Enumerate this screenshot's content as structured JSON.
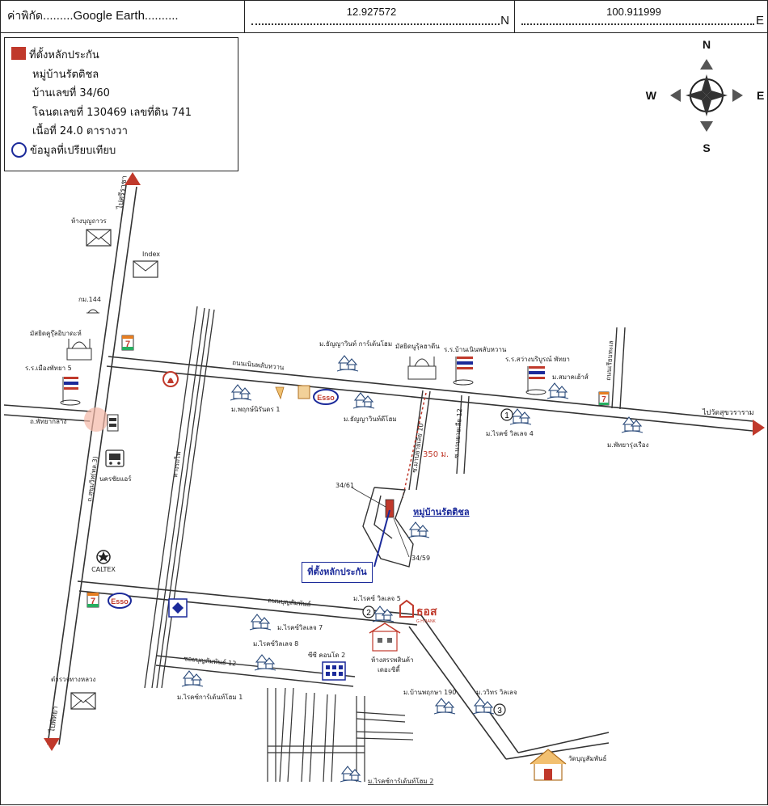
{
  "header": {
    "coord_label": "ค่าพิกัด",
    "coord_source": ".........Google Earth..........",
    "latitude": "12.927572",
    "lat_suffix": "N",
    "longitude": "100.911999",
    "lon_suffix": "E"
  },
  "legend": {
    "title": "ที่ตั้งหลักประกัน",
    "village": "หมู่บ้านรัตติชล",
    "house_no": "บ้านเลขที่ 34/60",
    "deed": "โฉนดเลขที่ 130469 เลขที่ดิน 741",
    "area": "เนื้อที่ 24.0 ตารางวา",
    "comparison": "ข้อมูลที่เปรียบเทียบ"
  },
  "compass": {
    "north": "N",
    "south": "S",
    "east": "E",
    "west": "W"
  },
  "colors": {
    "red_marker": "#c0392b",
    "blue_text": "#1b2a9a",
    "road": "#333333"
  },
  "labels": {
    "to_sriracha": "ไปศรีราชา",
    "to_pattaya": "ไปพัทยา",
    "to_wat_sukhawat": "ไปวัดสุขวราราม",
    "store_bunyawat": "ห้างบุญถาวร",
    "index": "Index",
    "km144": "กม.144",
    "mosque_1": "มัสยิดคูรุ๊ลอิบาดะห์",
    "school_mueang_pattaya": "ร.ร.เมืองพัทยา 5",
    "road_pattaya_klang": "ถ.พัทยากลาง",
    "road_sukhumvit": "ถ.สุขุมวิท(ทล.3)",
    "nakhonchai_air": "นครชัยแอร์",
    "rail": "ทางรถไฟ",
    "road_noen_phlap_wan": "ถนนเนินพลับหวาน",
    "village_phruksa_1": "ม.พฤกษ์นิรันดร 1",
    "village_thanya_garden": "ม.ธัญญาวินท์ การ์เด้นโฮม",
    "village_thanya_home": "ม.ธัญญาวินท์ดีโฮม",
    "mosque_2": "มัสยิดนูรุ้ลฮาดีน",
    "school_noen_phlap_wan": "ร.ร.บ้านเนินพลับหวาน",
    "school_sawang": "ร.ร.สว่างบริบูรณ์ พัทยา",
    "village_samakkhi": "ม.สมาคเฮ้าส์",
    "village_ruenrom_4": "ม.ไรคซ์ วิลเลจ 4",
    "village_pattaya_rung": "ม.พัทยารุ่งเรือง",
    "road_mabyailia": "ถนนเรียบทะเล",
    "soi_10": "ซ.มาบยายเลีย 10",
    "soi_12": "ซ.มาบยายเลีย 12",
    "distance": "350 ม.",
    "plot_34_61": "34/61",
    "plot_34_59": "34/59",
    "village_ratti": "หมู่บ้านรัตติชล",
    "target_box": "ที่ตั้งหลักประกัน",
    "caltex": "CALTEX",
    "esso": "Esso",
    "road_bunsamphan": "ถนนบุญสัมพันธ์",
    "village_ruenrom_5": "ม.ไรคซ์ วิลเลจ 5",
    "gh_bank": "ธอส",
    "gh_bank_en": "G H BANK",
    "village_ruenrom_7": "ม.ไรคซ์วิลเลจ 7",
    "village_ruenrom_8": "ม.ไรคซ์วิลเลจ 8",
    "soi_bunsamphan_12": "ซอยบุญสัมพันธ์ 12",
    "cc_condo_2": "ซีซี คอนโด 2",
    "lotus_store": "ห้างสรรพสินค้า",
    "lotus_name": "เดอะซิตี้",
    "village_garden_home_1": "ม.ไรคซ์การ์เด้นท์โฮม 1",
    "police": "ตำรวจทางหลวง",
    "village_phruksa_190": "ม.บ้านพฤกษา 190",
    "village_wiwat": "ม.ววิทร วิลเลจ",
    "temple_bunsamphan": "วัดบุญสัมพันธ์",
    "village_garden_home_2": "ม.ไรคซ์การ์เด้นท์โฮม 2",
    "num_1": "1",
    "num_2": "2",
    "num_3": "3",
    "seven_eleven": "7"
  }
}
